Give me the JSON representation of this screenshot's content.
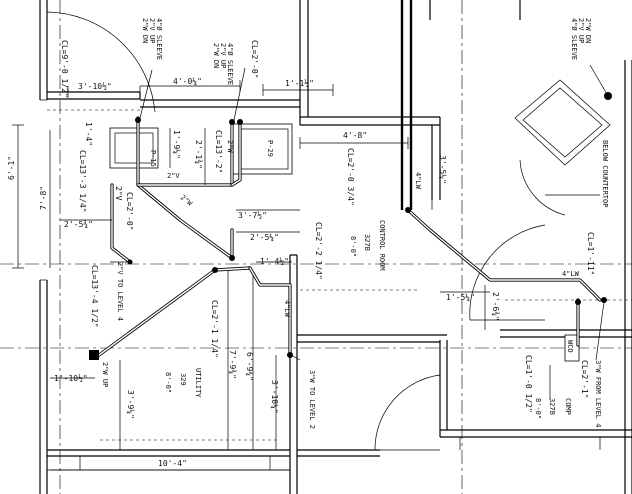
{
  "labels": {
    "cl_9_0_5": "CL=9'-0 1/2\"",
    "dim_3_10_5": "3'-10½\"",
    "dim_4_0_25": "4'-0¼\"",
    "dim_1_1_5": "1'-1½\"",
    "dim_4_8": "4'-8\"",
    "dim_6_1": "6'-1\"",
    "dim_7_8": "7'-8\"",
    "dim_1_9_25": "1'-9¼\"",
    "dim_2_1_75": "2'-1¾\"",
    "dim_2_5_75": "2'-5¾\"",
    "dim_3_7_5": "3'-7½\"",
    "dim_2_5_25": "2'-5¼\"",
    "dim_1_4_5": "1'-4½\"",
    "dim_1_5_25": "1'-5¼\"",
    "dim_2_6_75": "2'-6¾\"",
    "dim_3_5_25": "3'-5¼\"",
    "dim_1_10_5": "1'-10½\"",
    "dim_3_9_25": "3'-9¼\"",
    "dim_7_9_75": "7'-9¾\"",
    "dim_6_9_75": "6'-9¾\"",
    "dim_3_10_25": "3'-10¼\"",
    "dim_10_4": "10'-4\"",
    "dim_1_4": "1'-4\"",
    "cl_13_3_25": "CL=13'-3 1/4\"",
    "cl_2_0": "CL=2'-0\"",
    "cl_2_0b": "CL=2'-0\"",
    "cl_13_2": "CL=13'-2\"",
    "cl_2_0_75": "CL=2'-0 3/4\"",
    "cl_2_2_25": "CL=2'-2 1/4\"",
    "cl_2_1_25": "CL=2'-1 1/4\"",
    "cl_13_4_5": "CL=13'-4 1/2\"",
    "cl_1_11": "CL=1'-11\"",
    "cl_1_0_5": "CL=1'-0 1/2\"",
    "cl_2_1": "CL=2'-1\"",
    "w_2v": "2\"V",
    "w_2w": "2\"W",
    "w_4lw": "4\"LW",
    "w_4lw2": "4\"LW",
    "w_2w2": "2\"W",
    "w_2v2": "2\"V",
    "nt_dn1": "2\"W DN",
    "nt_dn2": "2\"V UP",
    "nt_dn3": "4\"Ø SLEEVE",
    "nt_b1": "2\"W DN",
    "nt_b2": "2\"V UP",
    "nt_b3": "4\"Ø SLEEVE",
    "nt_r1": "2\"W DN",
    "nt_r2": "2\"V UP",
    "nt_r3": "4\"Ø SLEEVE",
    "below_counter": "BELOW COUNTERTOP",
    "to_level4": "2\"V TO LEVEL 4",
    "to_level2": "3\"W TO LEVEL 2",
    "from_level4": "3\"W FROM LEVEL 4",
    "up_1": "2\"W UP",
    "p15": "P-15",
    "p29": "P-29",
    "wco": "WCO",
    "control_room": "CONTROL ROOM",
    "room_327b": "327B",
    "room_8_0": "8'-0\"",
    "utility": "UTILITY",
    "room_329": "329",
    "room_8_0b": "8'-0\"",
    "comp": "COMP",
    "room_327b2": "327B",
    "room_8_0c": "8'-0\""
  }
}
